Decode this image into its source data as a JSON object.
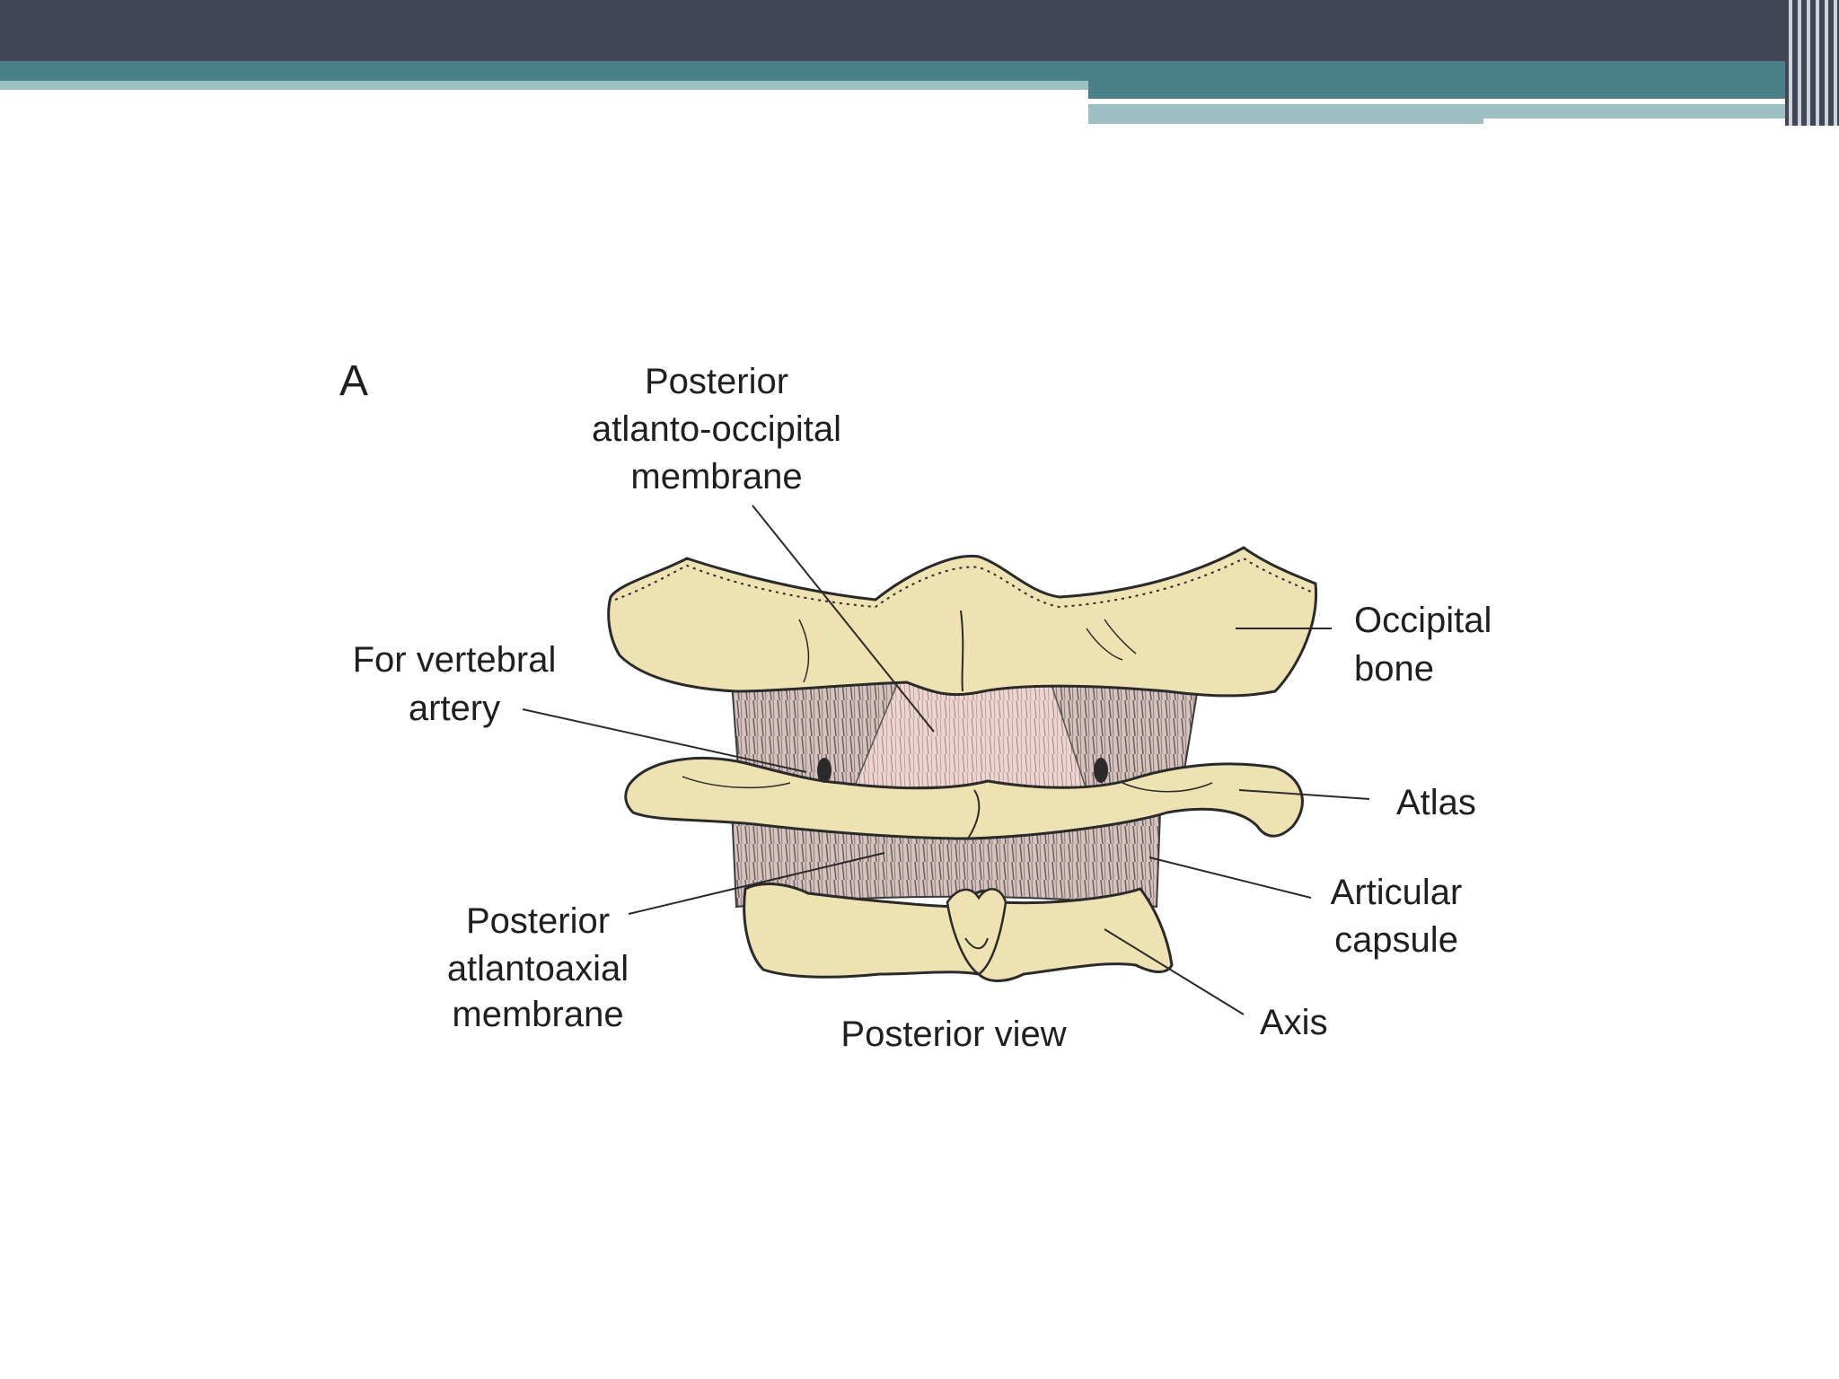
{
  "figure": {
    "panel_letter": "A",
    "caption": "Posterior view",
    "labels": {
      "posterior_atlanto_occipital_membrane": [
        "Posterior",
        "atlanto-occipital",
        "membrane"
      ],
      "for_vertebral_artery": [
        "For vertebral",
        "artery"
      ],
      "occipital_bone": [
        "Occipital",
        "bone"
      ],
      "atlas": "Atlas",
      "articular_capsule": [
        "Articular",
        "capsule"
      ],
      "posterior_atlantoaxial_membrane": [
        "Posterior",
        "atlantoaxial",
        "membrane"
      ],
      "axis": "Axis"
    }
  },
  "theme": {
    "bar_dark": "#424656",
    "bar_teal": "#4a8088",
    "bar_light": "#9dbfc3",
    "bone": "#efe2b2",
    "bone_edge": "#2a2a2a",
    "membrane_pink": "#ecd0cc",
    "ligament": "#cfb9b5"
  }
}
